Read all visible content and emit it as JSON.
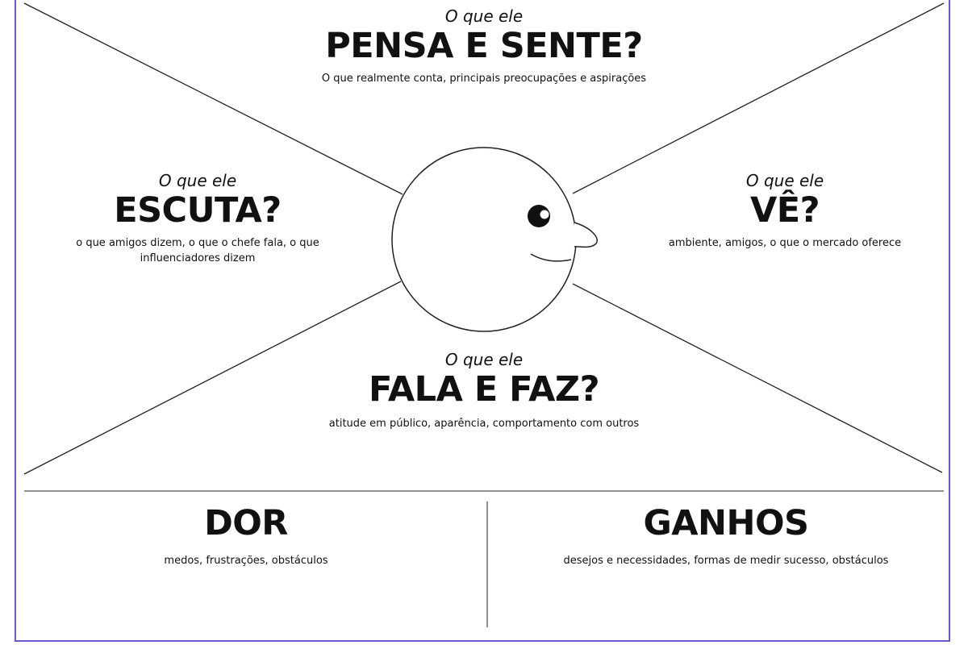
{
  "colors": {
    "frame": "#6f55d6",
    "ink": "#111111",
    "background": "#ffffff"
  },
  "empathy_map": {
    "center_icon": "face-icon",
    "sections": {
      "pensa_sente": {
        "kicker": "O que ele",
        "title": "PENSA E SENTE?",
        "description": "O que realmente conta, principais preocupações e aspirações"
      },
      "escuta": {
        "kicker": "O que ele",
        "title": "ESCUTA?",
        "description": "o que amigos dizem, o que o chefe fala, o que influenciadores dizem"
      },
      "ve": {
        "kicker": "O que ele",
        "title": "VÊ?",
        "description": "ambiente, amigos, o que o mercado oferece"
      },
      "fala_faz": {
        "kicker": "O que ele",
        "title": "FALA E FAZ?",
        "description": "atitude em público, aparência, comportamento com outros"
      },
      "dor": {
        "title": "DOR",
        "description": "medos, frustrações, obstáculos"
      },
      "ganhos": {
        "title": "GANHOS",
        "description": "desejos e necessidades, formas de medir sucesso, obstáculos"
      }
    }
  }
}
